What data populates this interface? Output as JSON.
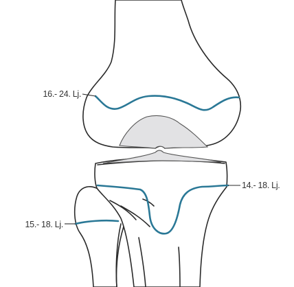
{
  "labels": {
    "femur_plate": "16.- 24. Lj.",
    "tibia_plate": "14.- 18. Lj.",
    "fibula_plate": "15.- 18. Lj."
  },
  "colors": {
    "growth_plate": "#2a7896",
    "cartilage": "#e2e2e4",
    "outline": "#2a2a2a"
  }
}
